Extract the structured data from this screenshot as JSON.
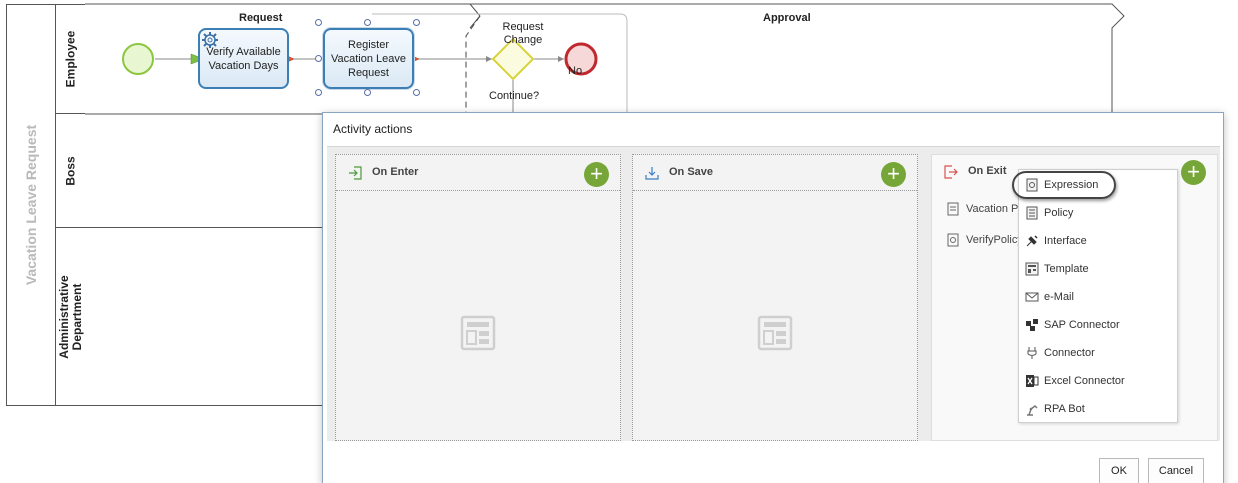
{
  "diagram": {
    "pool_name": "Vacation Leave Request",
    "lanes": [
      "Employee",
      "Boss",
      "Administrative Department"
    ],
    "phases": {
      "request": "Request",
      "approval": "Approval"
    },
    "tasks": {
      "verify": "Verify Available Vacation Days",
      "register": "Register Vacation Leave Request"
    },
    "gateway_top_label": "Request Change",
    "gateway_bottom_label": "Continue?",
    "gateway_no_label": "No"
  },
  "dialog": {
    "title": "Activity actions",
    "panels": {
      "on_enter": "On Enter",
      "on_save": "On Save",
      "on_exit": "On Exit"
    },
    "exit_items": [
      "Vacation Po",
      "VerifyPolicy"
    ],
    "menu_items": [
      {
        "label": "Expression",
        "icon": "expression-icon"
      },
      {
        "label": "Policy",
        "icon": "policy-icon"
      },
      {
        "label": "Interface",
        "icon": "interface-icon"
      },
      {
        "label": "Template",
        "icon": "template-icon"
      },
      {
        "label": "e-Mail",
        "icon": "email-icon"
      },
      {
        "label": "SAP Connector",
        "icon": "sap-connector-icon"
      },
      {
        "label": "Connector",
        "icon": "connector-icon"
      },
      {
        "label": "Excel Connector",
        "icon": "excel-connector-icon"
      },
      {
        "label": "RPA Bot",
        "icon": "rpa-bot-icon"
      }
    ],
    "buttons": {
      "ok": "OK",
      "cancel": "Cancel"
    },
    "add_label": "+"
  },
  "colors": {
    "accent_green": "#76a637",
    "task_border": "#3b7fb5",
    "start_event": "#8cc63f",
    "end_event": "#c0282d",
    "gateway": "#d8d23a"
  }
}
